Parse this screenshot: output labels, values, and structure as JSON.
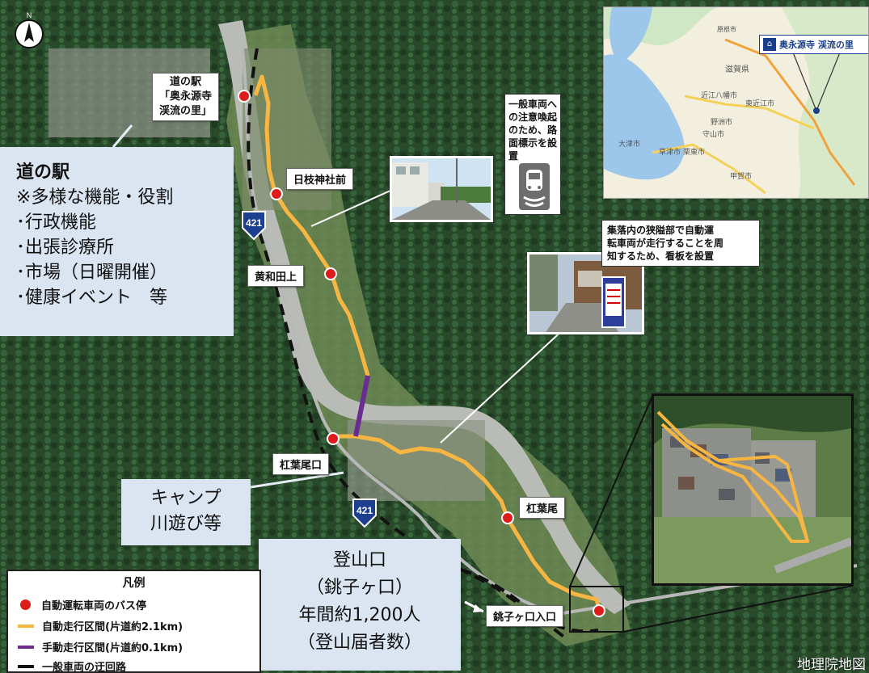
{
  "north_symbol": "N",
  "route_shield": "421",
  "stops": {
    "michi_no_eki": [
      "道の駅",
      "「奥永源寺",
      "渓流の里」"
    ],
    "hie": "日枝神社前",
    "kiwada": "黄和田上",
    "kouyoo_guchi": "杠葉尾口",
    "kouyoo": "杠葉尾",
    "choushi": "銚子ヶ口入口"
  },
  "callouts": {
    "michi": {
      "title": "道の駅",
      "lines": [
        "※多様な機能・役割",
        "･行政機能",
        "･出張診療所",
        "･市場（日曜開催）",
        "･健康イベント　等"
      ]
    },
    "camp": [
      "キャンプ",
      "川遊び等"
    ],
    "trailhead": [
      "登山口",
      "（銚子ヶ口）",
      "年間約1,200人",
      "（登山届者数）"
    ]
  },
  "notes": {
    "road_marking": [
      "一般車両へ",
      "の注意喚起",
      "のため、路",
      "面標示を設",
      "置"
    ],
    "signboard": [
      "集落内の狭隘部で自動運",
      "転車両が走行することを周",
      "知するため、看板を設置"
    ]
  },
  "inset_map": {
    "callout_label": "奥永源寺 渓流の里",
    "towns": [
      "原根市",
      "滋賀県",
      "近江八幡市",
      "東近江市",
      "守山市",
      "野洲市",
      "大津市",
      "草津市",
      "栗東市",
      "甲賀市"
    ]
  },
  "legend": {
    "title": "凡例",
    "items": [
      {
        "symbol": "bus-stop",
        "label": "自動運転車両のバス停",
        "color": "#e01b1b"
      },
      {
        "symbol": "auto-route",
        "label": "自動走行区間(片道約2.1km)",
        "color": "#f7b541"
      },
      {
        "symbol": "manual-route",
        "label": "手動走行区間(片道約0.1km)",
        "color": "#6a2c91"
      },
      {
        "symbol": "detour",
        "label": "一般車両の迂回路",
        "color": "#111111"
      }
    ]
  },
  "credit": "地理院地図"
}
